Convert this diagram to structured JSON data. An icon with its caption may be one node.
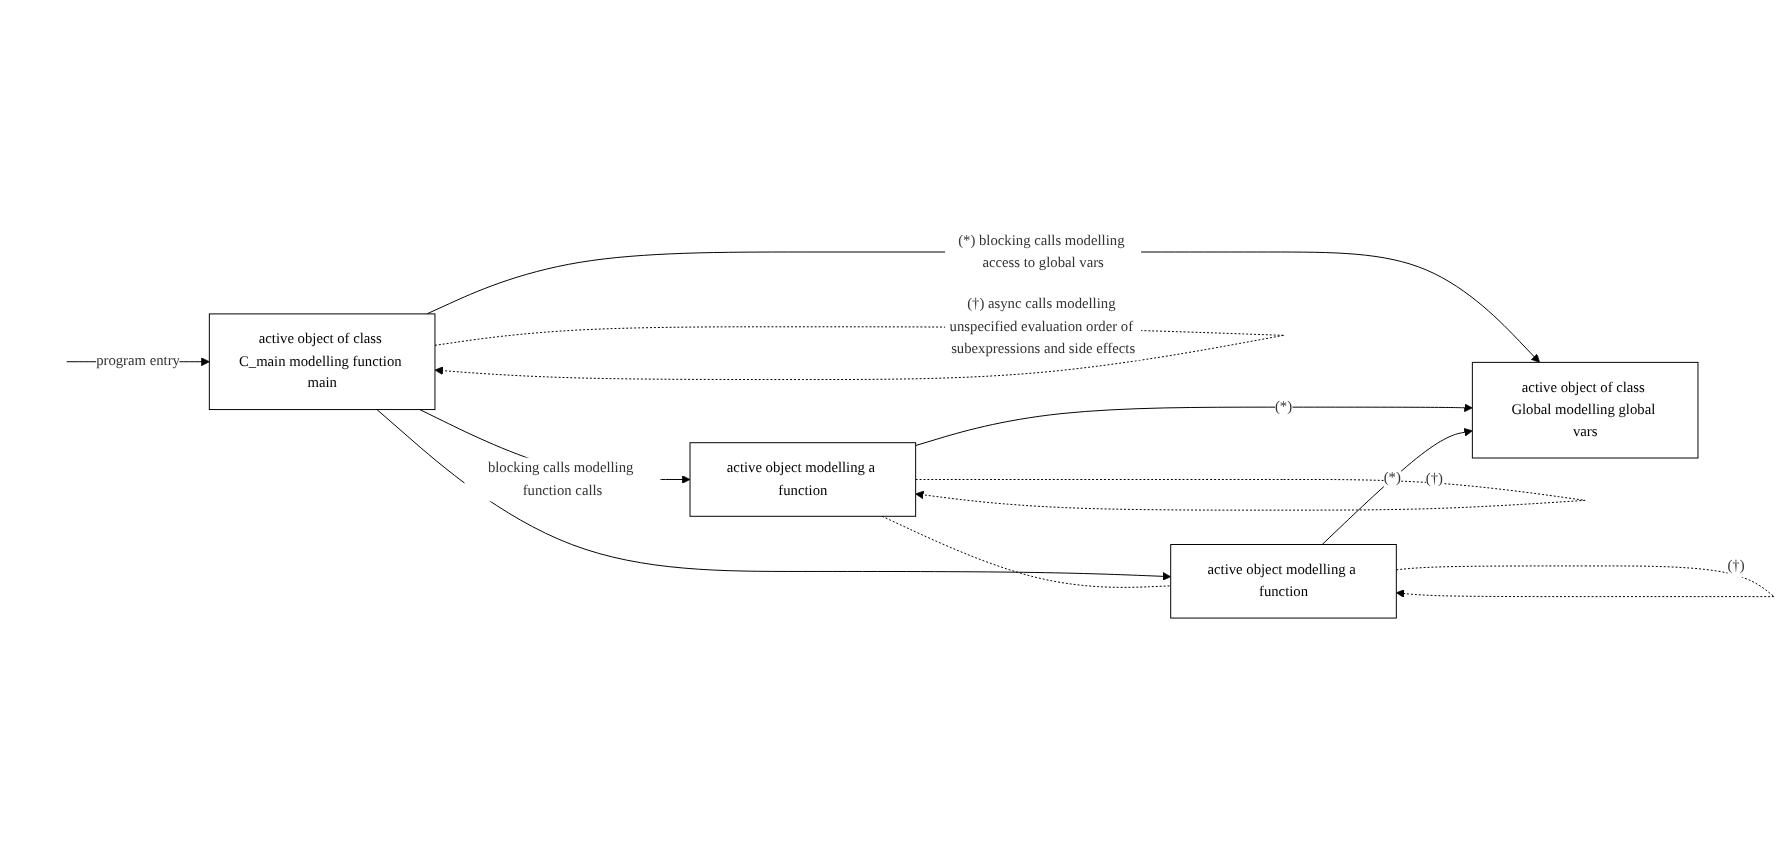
{
  "diagram": {
    "nodes": [
      {
        "text": [
          "active object of class C_main modelling function main"
        ]
      },
      {
        "text": [
          "active object modelling a function"
        ]
      },
      {
        "text": [
          "active object of class Global modelling global vars"
        ]
      },
      {
        "text": [
          "active object modelling a function"
        ]
      }
    ],
    "edges": [
      {
        "from": null,
        "to": 0,
        "arrow": "to",
        "label": "program entry"
      },
      {
        "from": 0,
        "to": 2,
        "arrow": "to",
        "label": "(*) blocking calls modelling access to global vars"
      },
      {
        "from": 0,
        "to": 1,
        "arrow": "to",
        "label": "blocking calls modelling function calls"
      },
      {
        "from": 0,
        "to": 3,
        "arrow": "to"
      },
      {
        "from": 1,
        "to": 2,
        "arrow": "to",
        "label": "(*)"
      },
      {
        "from": 3,
        "to": 2,
        "arrow": "to",
        "label": "(*)"
      },
      {
        "from": 0,
        "to": 0,
        "arrow": "to",
        "style": "dashed",
        "label": "(†) async calls modelling unspecified evaluation order of subexpressions and side effects"
      },
      {
        "from": 1,
        "to": 1,
        "arrow": "to",
        "style": "dashed",
        "label": "(†)"
      },
      {
        "from": 3,
        "to": 3,
        "arrow": "to",
        "style": "dashed",
        "label": "(†)"
      },
      {
        "from": 1,
        "to": 3,
        "arrow": "none",
        "style": "dashed"
      }
    ]
  }
}
